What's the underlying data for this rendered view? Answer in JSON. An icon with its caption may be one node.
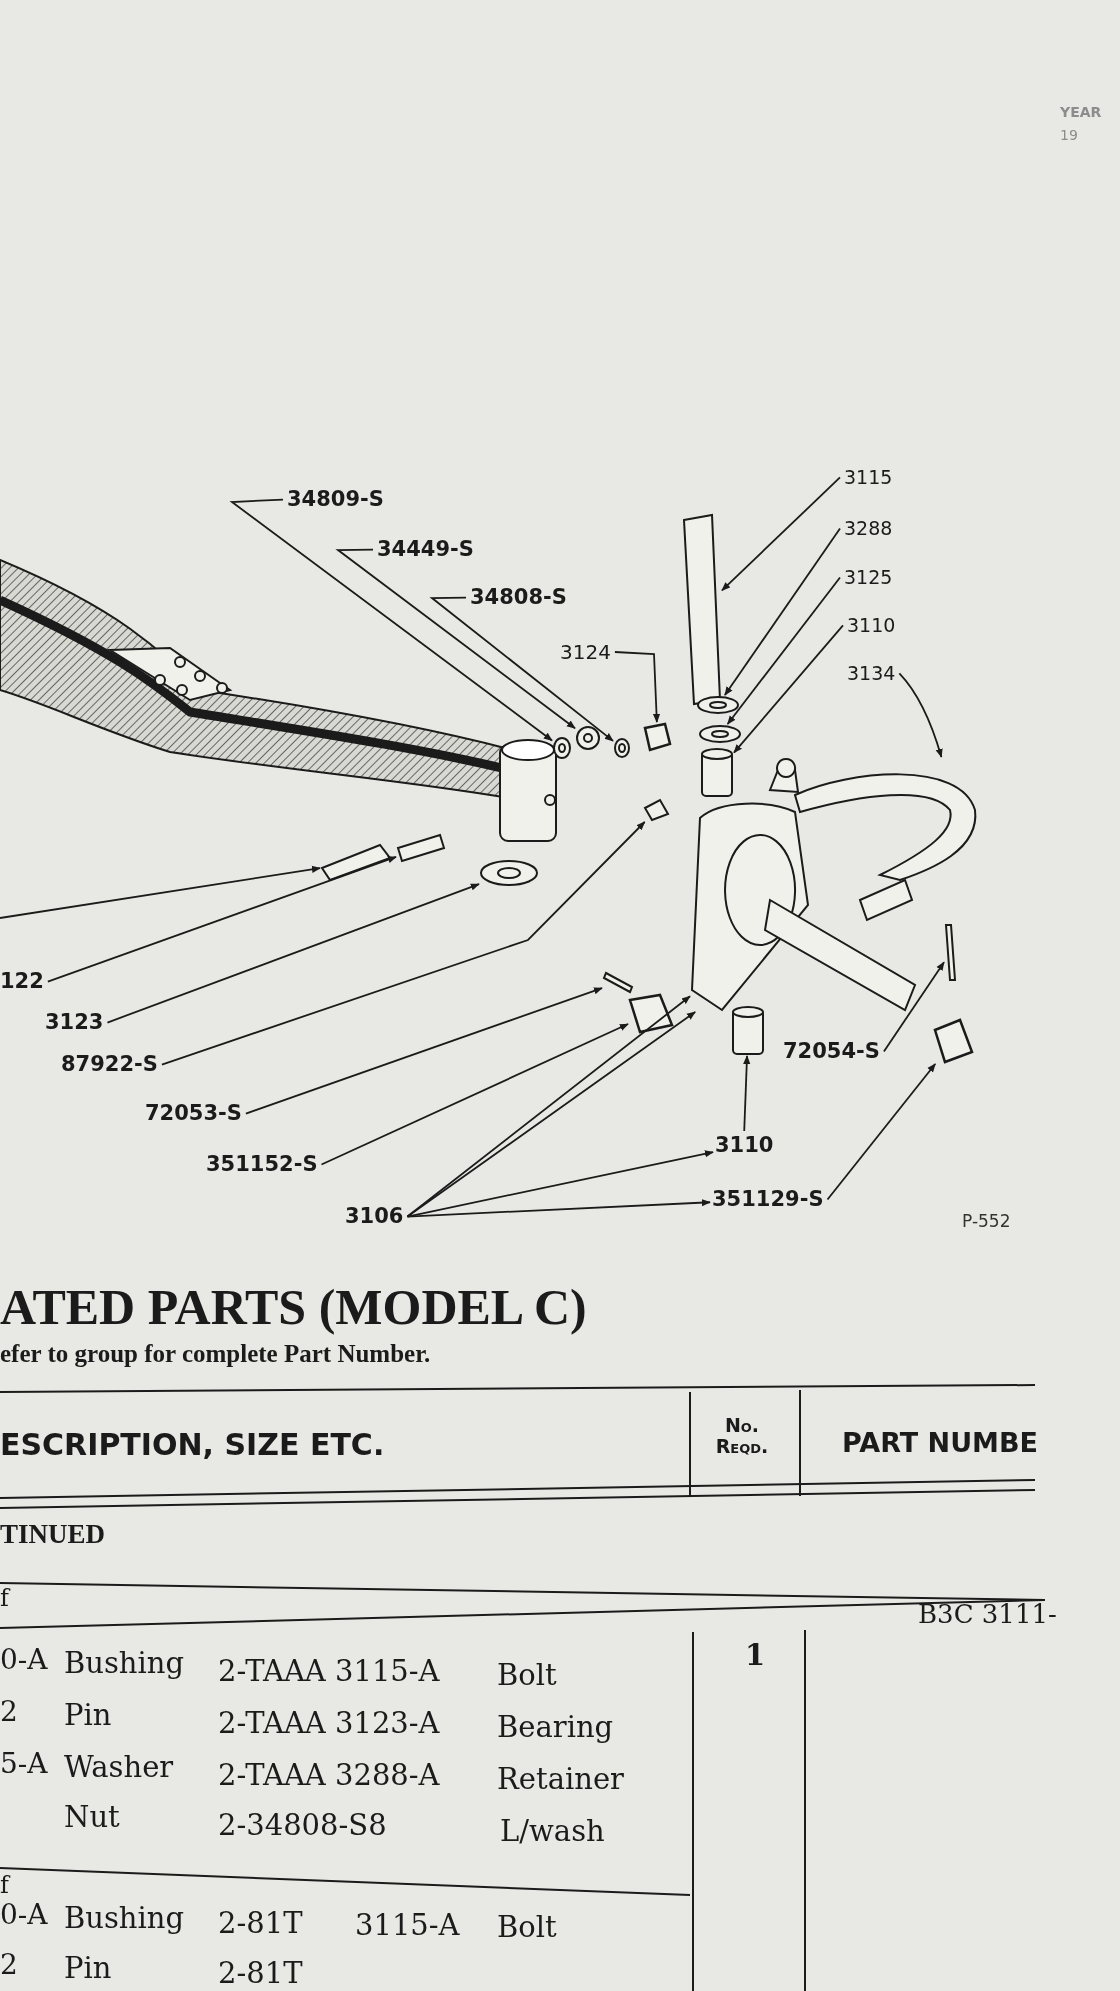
{
  "diagram": {
    "nodes": [
      {
        "text": [
          "34809-S"
        ]
      },
      {
        "text": [
          "34449-S"
        ]
      },
      {
        "text": [
          "34808-S"
        ]
      },
      {
        "text": [
          "3124"
        ]
      },
      {
        "text": [
          "3115"
        ]
      },
      {
        "text": [
          "3288"
        ]
      },
      {
        "text": [
          "3125"
        ]
      },
      {
        "text": [
          "3110"
        ]
      },
      {
        "text": [
          "3134"
        ]
      },
      {
        "text": [
          "122"
        ]
      },
      {
        "text": [
          "3123"
        ]
      },
      {
        "text": [
          "87922-S"
        ]
      },
      {
        "text": [
          "72053-S"
        ]
      },
      {
        "text": [
          "351152-S"
        ]
      },
      {
        "text": [
          "72054-S"
        ]
      },
      {
        "text": [
          "3110"
        ]
      },
      {
        "text": [
          "351129-S"
        ]
      },
      {
        "text": [
          "3106"
        ]
      },
      {
        "text": [],
        "shape": "bolt"
      },
      {
        "text": [],
        "shape": "pin"
      },
      {
        "text": [],
        "shape": "nut"
      },
      {
        "text": [],
        "shape": "washer"
      },
      {
        "text": [],
        "shape": "washer"
      },
      {
        "text": [],
        "shape": "washer"
      },
      {
        "text": [],
        "shape": "nut"
      },
      {
        "text": [],
        "shape": "bolt"
      },
      {
        "text": [],
        "shape": "washer"
      },
      {
        "text": [],
        "shape": "washer"
      },
      {
        "text": [],
        "shape": "cylinder"
      },
      {
        "text": [],
        "shape": "arm"
      },
      {
        "text": [],
        "shape": "washer"
      },
      {
        "text": [],
        "shape": "fitting"
      },
      {
        "text": [],
        "shape": "pin"
      },
      {
        "text": [],
        "shape": "nut"
      },
      {
        "text": [],
        "shape": "pin"
      },
      {
        "text": [],
        "shape": "cylinder"
      },
      {
        "text": [],
        "shape": "knuckle"
      }
    ],
    "edges": [
      {
        "from": 0,
        "to": 22,
        "arrow": "to"
      },
      {
        "from": 1,
        "to": 21,
        "arrow": "to"
      },
      {
        "from": 2,
        "to": 23,
        "arrow": "to"
      },
      {
        "from": 3,
        "to": 24,
        "arrow": "to"
      },
      {
        "from": 4,
        "to": 25,
        "arrow": "to"
      },
      {
        "from": 5,
        "to": 26,
        "arrow": "to"
      },
      {
        "from": 6,
        "to": 27,
        "arrow": "to"
      },
      {
        "from": 7,
        "to": 28,
        "arrow": "to"
      },
      {
        "from": 8,
        "to": 29,
        "arrow": "to"
      },
      {
        "from": null,
        "to": 18,
        "arrow": "to"
      },
      {
        "from": 9,
        "to": 19,
        "arrow": "to"
      },
      {
        "from": 10,
        "to": 30,
        "arrow": "to"
      },
      {
        "from": 11,
        "to": 31,
        "arrow": "to"
      },
      {
        "from": 12,
        "to": 32,
        "arrow": "to"
      },
      {
        "from": 13,
        "to": 33,
        "arrow": "to"
      },
      {
        "from": 14,
        "to": 34,
        "arrow": "to"
      },
      {
        "from": 15,
        "to": 35,
        "arrow": "to"
      },
      {
        "from": 16,
        "to": 20,
        "arrow": "to"
      },
      {
        "from": 17,
        "to": 36,
        "arrow": "to"
      },
      {
        "from": 17,
        "to": 36,
        "arrow": "to"
      },
      {
        "from": 17,
        "to": 15,
        "arrow": "to"
      },
      {
        "from": 17,
        "to": 16,
        "arrow": "to"
      }
    ],
    "labels": [
      "YEAR",
      "19",
      "P-552",
      "ATED PARTS (MODEL C)",
      "efer to group for complete Part Number.",
      "ESCRIPTION, SIZE ETC.",
      "No. Reqd.",
      "PART NUMBE",
      "TINUED",
      "f",
      "B3C 3111-",
      "0-A",
      "Bushing",
      "2-TAAA 3115-A",
      "Bolt",
      "1",
      "2",
      "Pin",
      "2-TAAA 3123-A",
      "Bearing",
      "5-A",
      "Washer",
      "2-TAAA 3288-A",
      "Retainer",
      "Nut",
      "2-34808-S8",
      "L/wash",
      "f",
      "0-A",
      "Bushing",
      "2-81T",
      "3115-A",
      "Bolt",
      "2",
      "Pin",
      "2-81T"
    ]
  }
}
